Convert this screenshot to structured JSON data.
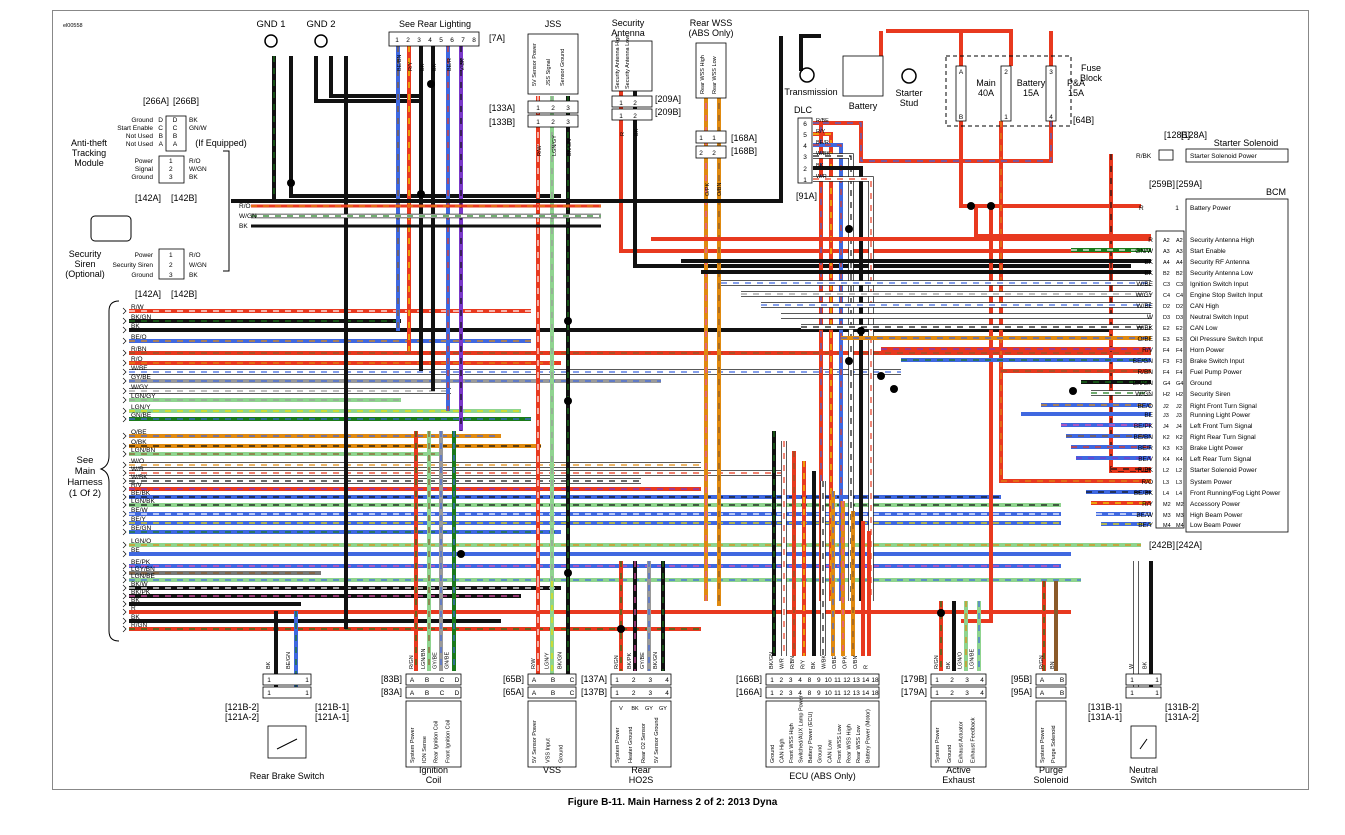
{
  "figure_id": "el00558",
  "caption": "Figure B-11. Main Harness 2 of 2: 2013 Dyna",
  "gnd": {
    "gnd1": "GND 1",
    "gnd2": "GND 2"
  },
  "rear_lighting": {
    "title": "See Rear Lighting",
    "ref": "[7A]",
    "pins": [
      "1",
      "2",
      "3",
      "4",
      "5",
      "6",
      "7",
      "8"
    ],
    "wires": [
      "BE/BN",
      "R/Y",
      "BK",
      "BK",
      "BE/R",
      "V/BK"
    ]
  },
  "jss": {
    "title": "JSS",
    "funcs": [
      "5V Sensor Power",
      "JSS Signal",
      "Sensor Ground"
    ],
    "ref_a": "[133A]",
    "ref_b": "[133B]",
    "pins": [
      "1",
      "2",
      "3"
    ],
    "wires": [
      "R/W",
      "LGN/GY",
      "BK/GN"
    ]
  },
  "security_antenna": {
    "title": "Security Antenna",
    "funcs": [
      "Security Antenna High",
      "Security Antenna Low"
    ],
    "ref_a": "[209A]",
    "ref_b": "[209B]",
    "pins": [
      "1",
      "2"
    ],
    "wires": [
      "R",
      "BK"
    ]
  },
  "rear_wss": {
    "title": "Rear WSS (ABS Only)",
    "funcs": [
      "Rear WSS High",
      "Rear WSS Low"
    ],
    "ref_a": "[168A]",
    "ref_b": "[168B]",
    "pins": [
      "1",
      "2"
    ],
    "wires": [
      "O/PK",
      "O/BN"
    ]
  },
  "top_right": {
    "transmission": "Transmission",
    "battery": "Battery",
    "starter_stud": "Starter Stud",
    "fuse_block": "Fuse Block",
    "fuses": [
      {
        "name": "Main",
        "amps": "40A",
        "in": "A",
        "out": "B"
      },
      {
        "name": "Battery",
        "amps": "15A",
        "in": "2",
        "out": "1"
      },
      {
        "name": "P&A",
        "amps": "15A",
        "in": "3",
        "out": "4"
      }
    ],
    "fuse_ref": "[64B]",
    "wire_labels": [
      "BK",
      "R",
      "BK",
      "R",
      "R",
      "R",
      "R",
      "R",
      "R/O",
      "R/BE"
    ]
  },
  "dlc": {
    "title": "DLC",
    "ref": "[91A]",
    "pins": [
      "6",
      "5",
      "4",
      "3",
      "2",
      "1"
    ],
    "wires": [
      "R/BE",
      "R/Y",
      "BE/R",
      "W/BK",
      "BK",
      "W/R"
    ]
  },
  "starter_solenoid": {
    "title": "Starter Solenoid",
    "ref_a": "[128B]",
    "ref_b": "[128A]",
    "wire": "R/BK",
    "func": "Starter Solenoid Power"
  },
  "bcm": {
    "title": "BCM",
    "ref_top_a": "[259B]",
    "ref_top_b": "[259A]",
    "ref_bot_a": "[242B]",
    "ref_bot_b": "[242A]",
    "top_pin": {
      "wire": "R",
      "pin": "1",
      "func": "Battery Power"
    },
    "pins": [
      {
        "wire": "R",
        "pin": "A2",
        "func": "Security Antenna High"
      },
      {
        "wire": "GN/W",
        "pin": "A3",
        "func": "Start Enable"
      },
      {
        "wire": "BK",
        "pin": "A4",
        "func": "Security RF Antenna"
      },
      {
        "wire": "BK",
        "pin": "B2",
        "func": "Security Antenna Low"
      },
      {
        "wire": "W/BE",
        "pin": "C3",
        "func": "Ignition Switch Input"
      },
      {
        "wire": "W/GY",
        "pin": "C4",
        "func": "Engine Stop Switch Input"
      },
      {
        "wire": "W/BE",
        "pin": "D2",
        "func": "CAN High"
      },
      {
        "wire": "W",
        "pin": "D3",
        "func": "Neutral Switch Input"
      },
      {
        "wire": "W/BK",
        "pin": "E2",
        "func": "CAN Low"
      },
      {
        "wire": "O/BE",
        "pin": "E3",
        "func": "Oil Pressure Switch Input"
      },
      {
        "wire": "R/V",
        "pin": "F4",
        "func": "Horn Power"
      },
      {
        "wire": "BE/GN",
        "pin": "F3",
        "func": "Brake Switch Input"
      },
      {
        "wire": "R/BN",
        "pin": "F4",
        "func": "Fuel Pump Power"
      },
      {
        "wire": "BK/GN",
        "pin": "G4",
        "func": "Ground"
      },
      {
        "wire": "W/GN",
        "pin": "H2",
        "func": "Security Siren"
      },
      {
        "wire": "BE/O",
        "pin": "J2",
        "func": "Right Front Turn Signal"
      },
      {
        "wire": "BE",
        "pin": "J3",
        "func": "Running Light Power"
      },
      {
        "wire": "BE/PK",
        "pin": "J4",
        "func": "Left Front Turn Signal"
      },
      {
        "wire": "BE/BN",
        "pin": "K2",
        "func": "Right Rear Turn Signal"
      },
      {
        "wire": "BE/R",
        "pin": "K3",
        "func": "Brake Light Power"
      },
      {
        "wire": "BE/V",
        "pin": "K4",
        "func": "Left Rear Turn Signal"
      },
      {
        "wire": "R/BK",
        "pin": "L2",
        "func": "Starter Solenoid Power"
      },
      {
        "wire": "R/O",
        "pin": "L3",
        "func": "System Power"
      },
      {
        "wire": "BE/BK",
        "pin": "L4",
        "func": "Front Running/Fog Light Power"
      },
      {
        "wire": "R/Y",
        "pin": "M2",
        "func": "Accessory Power"
      },
      {
        "wire": "BE/W",
        "pin": "M3",
        "func": "High Beam Power"
      },
      {
        "wire": "BE/Y",
        "pin": "M4",
        "func": "Low Beam Power"
      }
    ]
  },
  "anti_theft": {
    "title": "Anti-theft Tracking Module",
    "ref_a": "[266A]",
    "ref_b": "[266B]",
    "pins": [
      {
        "func": "Ground",
        "a": "D",
        "b": "D",
        "wire": "BK"
      },
      {
        "func": "Start Enable",
        "a": "C",
        "b": "C",
        "wire": "GN/W"
      },
      {
        "func": "Not Used",
        "a": "B",
        "b": "B",
        "wire": ""
      },
      {
        "func": "Not Used",
        "a": "A",
        "b": "A",
        "wire": ""
      }
    ],
    "if_equipped": "(If Equipped)"
  },
  "tracking_power": {
    "ref_a": "[142A]",
    "ref_b": "[142B]",
    "pins": [
      {
        "func": "Power",
        "pin": "1",
        "wire": "R/O"
      },
      {
        "func": "Signal",
        "pin": "2",
        "wire": "W/GN"
      },
      {
        "func": "Ground",
        "pin": "3",
        "wire": "BK"
      }
    ]
  },
  "security_siren": {
    "title": "Security Siren (Optional)",
    "ref_a": "[142A]",
    "ref_b": "[142B]",
    "pins": [
      {
        "func": "Power",
        "pin": "1",
        "wire": "R/O"
      },
      {
        "func": "Security Siren",
        "pin": "2",
        "wire": "W/GN"
      },
      {
        "func": "Ground",
        "pin": "3",
        "wire": "BK"
      }
    ]
  },
  "mid_wires": [
    "R/O",
    "W/GN",
    "BK"
  ],
  "main_harness": {
    "title": "See Main Harness (1 Of 2)",
    "wires": [
      "R/W",
      "BK/GN",
      "BK",
      "BE/O",
      "R/BN",
      "R/O",
      "W/BE",
      "GY/BE",
      "W/GY",
      "LGN/GY",
      "LGN/Y",
      "GN/BE",
      "O/BE",
      "O/BK",
      "LGN/BN",
      "W/O",
      "W/R",
      "W/BK",
      "R/V",
      "BE/BK",
      "LGN/BK",
      "BE/W",
      "BE/Y",
      "BE/GN",
      "LGN/O",
      "BE",
      "BE/PK",
      "LGY/BN",
      "LGN/BE",
      "BK/W",
      "BK/PK",
      "BK",
      "R",
      "BK",
      "R/GN"
    ]
  },
  "bottom": [
    {
      "title": "Rear Brake Switch",
      "ref_a1": "[121B-2]",
      "ref_a2": "[121A-2]",
      "ref_b1": "[121B-1]",
      "ref_b2": "[121A-1]",
      "wires": [
        "BK",
        "BE/GN"
      ],
      "pins": [
        "1",
        "1"
      ],
      "funcs": []
    },
    {
      "title": "Ignition Coil",
      "ref_a": "[83B]",
      "ref_b": "[83A]",
      "wires": [
        "R/GN",
        "LGN/BN",
        "GY/BE",
        "GN/BE"
      ],
      "pins": [
        "A",
        "B",
        "C",
        "D"
      ],
      "funcs": [
        "System Power",
        "ION Sense",
        "Rear Ignition Coil",
        "Front Ignition Coil"
      ]
    },
    {
      "title": "VSS",
      "ref_a": "[65B]",
      "ref_b": "[65A]",
      "wires": [
        "R/W",
        "LGN/Y",
        "BK/GN"
      ],
      "pins": [
        "A",
        "B",
        "C"
      ],
      "funcs": [
        "5V Sensor Power",
        "VSS Input",
        "Ground"
      ]
    },
    {
      "title": "Rear HO2S",
      "ref_a": "[137A]",
      "ref_b": "[137B]",
      "wires": [
        "R/GN",
        "BK/PK",
        "GY/BE",
        "BK/GN"
      ],
      "pins": [
        "1",
        "2",
        "3",
        "4"
      ],
      "colors2": [
        "V",
        "BK",
        "GY",
        "GY"
      ],
      "funcs": [
        "System Power",
        "Heater Ground",
        "Rear O2 Sensor",
        "5V Sensor Ground"
      ]
    },
    {
      "title": "ECU (ABS Only)",
      "ref_a": "[166B]",
      "ref_b": "[166A]",
      "wires": [
        "BK/GN",
        "W/R",
        "R/BN",
        "R/Y",
        "BK",
        "W/BK",
        "O/BE",
        "O/PK",
        "O/BN",
        "R"
      ],
      "pins": [
        "1",
        "2",
        "3",
        "4",
        "8",
        "9",
        "10",
        "11",
        "12",
        "13",
        "14",
        "18"
      ],
      "funcs": [
        "Ground",
        "CAN High",
        "Front WSS High",
        "Switched/AUX Lamp Power",
        "Battery Power (ECU)",
        "Ground",
        "CAN Low",
        "Front WSS Low",
        "Rear WSS High",
        "Rear WSS Low",
        "Battery Power (Motor)"
      ]
    },
    {
      "title": "Active Exhaust",
      "ref_a": "[179B]",
      "ref_b": "[179A]",
      "wires": [
        "R/GN",
        "BK",
        "LGN/O",
        "LGN/BE"
      ],
      "pins": [
        "1",
        "2",
        "3",
        "4"
      ],
      "funcs": [
        "System Power",
        "Ground",
        "Exhaust Actuator",
        "Exhaust Feedback"
      ]
    },
    {
      "title": "Purge Solenoid",
      "ref_a": "[95B]",
      "ref_b": "[95A]",
      "wires": [
        "R/GN",
        "BN"
      ],
      "pins": [
        "A",
        "B"
      ],
      "funcs": [
        "System Power",
        "Purge Solenoid"
      ]
    },
    {
      "title": "Neutral Switch",
      "ref_a1": "[131B-1]",
      "ref_a2": "[131A-1]",
      "ref_b1": "[131B-2]",
      "ref_b2": "[131A-2]",
      "wires": [
        "W",
        "BK"
      ],
      "pins": [
        "1",
        "1"
      ],
      "funcs": []
    }
  ],
  "colors": {
    "R": "#e8391f",
    "BK": "#111111",
    "W": "#ffffff",
    "BE": "#3f68e0",
    "GN": "#1a7a1a",
    "V": "#7a38c9",
    "O": "#e08a10",
    "Y": "#f0e000",
    "PK": "#e64fb0",
    "BN": "#8a5a2a",
    "GY": "#9a9a9a",
    "LGN": "#8fd48f",
    "TN": "#cfb07a"
  }
}
